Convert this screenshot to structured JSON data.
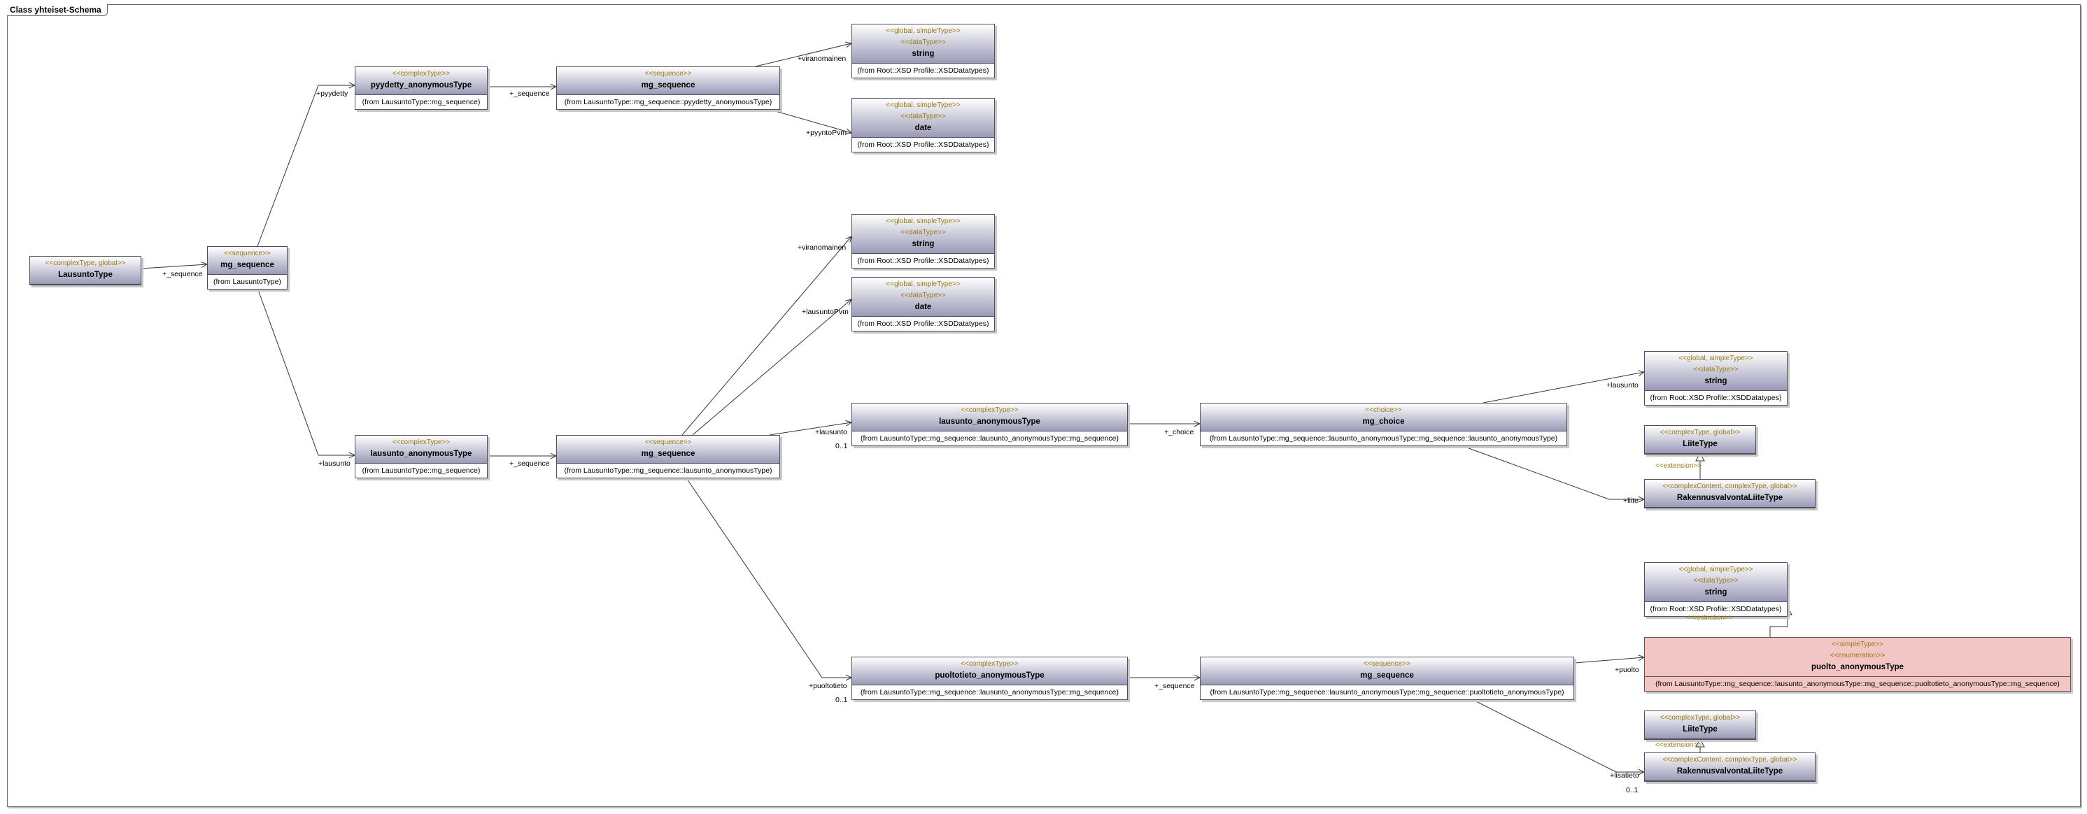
{
  "diagram": {
    "title": "Class yhteiset-Schema",
    "classes": [
      {
        "id": "LausuntoType",
        "stereotypes": [
          "<<complexType, global>>"
        ],
        "name": "LausuntoType",
        "from": ""
      },
      {
        "id": "mg_seq_root",
        "stereotypes": [
          "<<sequence>>"
        ],
        "name": "mg_sequence",
        "from": "(from LausuntoType)"
      },
      {
        "id": "pyydetty_t",
        "stereotypes": [
          "<<complexType>>"
        ],
        "name": "pyydetty_anonymousType",
        "from": "(from LausuntoType::mg_sequence)"
      },
      {
        "id": "mg_seq_pyydetty",
        "stereotypes": [
          "<<sequence>>"
        ],
        "name": "mg_sequence",
        "from": "(from LausuntoType::mg_sequence::pyydetty_anonymousType)"
      },
      {
        "id": "string_1",
        "stereotypes": [
          "<<global, simpleType>>",
          "<<dataType>>"
        ],
        "name": "string",
        "from": "(from Root::XSD Profile::XSDDatatypes)"
      },
      {
        "id": "date_1",
        "stereotypes": [
          "<<global, simpleType>>",
          "<<dataType>>"
        ],
        "name": "date",
        "from": "(from Root::XSD Profile::XSDDatatypes)"
      },
      {
        "id": "string_2",
        "stereotypes": [
          "<<global, simpleType>>",
          "<<dataType>>"
        ],
        "name": "string",
        "from": "(from Root::XSD Profile::XSDDatatypes)"
      },
      {
        "id": "date_2",
        "stereotypes": [
          "<<global, simpleType>>",
          "<<dataType>>"
        ],
        "name": "date",
        "from": "(from Root::XSD Profile::XSDDatatypes)"
      },
      {
        "id": "lausunto_t",
        "stereotypes": [
          "<<complexType>>"
        ],
        "name": "lausunto_anonymousType",
        "from": "(from LausuntoType::mg_sequence)"
      },
      {
        "id": "mg_seq_lausunto",
        "stereotypes": [
          "<<sequence>>"
        ],
        "name": "mg_sequence",
        "from": "(from LausuntoType::mg_sequence::lausunto_anonymousType)"
      },
      {
        "id": "lausunto_t2",
        "stereotypes": [
          "<<complexType>>"
        ],
        "name": "lausunto_anonymousType",
        "from": "(from LausuntoType::mg_sequence::lausunto_anonymousType::mg_sequence)"
      },
      {
        "id": "mg_choice",
        "stereotypes": [
          "<<choice>>"
        ],
        "name": "mg_choice",
        "from": "(from LausuntoType::mg_sequence::lausunto_anonymousType::mg_sequence::lausunto_anonymousType)"
      },
      {
        "id": "string_3",
        "stereotypes": [
          "<<global, simpleType>>",
          "<<dataType>>"
        ],
        "name": "string",
        "from": "(from Root::XSD Profile::XSDDatatypes)"
      },
      {
        "id": "liite_1",
        "stereotypes": [
          "<<complexType, global>>"
        ],
        "name": "LiiteType",
        "from": ""
      },
      {
        "id": "rak_1",
        "stereotypes": [
          "<<complexContent, complexType, global>>"
        ],
        "name": "RakennusvalvontaLiiteType",
        "from": ""
      },
      {
        "id": "puolto_t",
        "stereotypes": [
          "<<complexType>>"
        ],
        "name": "puoltotieto_anonymousType",
        "from": "(from LausuntoType::mg_sequence::lausunto_anonymousType::mg_sequence)"
      },
      {
        "id": "mg_seq_puolto",
        "stereotypes": [
          "<<sequence>>"
        ],
        "name": "mg_sequence",
        "from": "(from LausuntoType::mg_sequence::lausunto_anonymousType::mg_sequence::puoltotieto_anonymousType)"
      },
      {
        "id": "string_4",
        "stereotypes": [
          "<<global, simpleType>>",
          "<<dataType>>"
        ],
        "name": "string",
        "from": "(from Root::XSD Profile::XSDDatatypes)"
      },
      {
        "id": "puolto_enum",
        "stereotypes": [
          "<<simpleType>>",
          "<<enumeration>>"
        ],
        "name": "puolto_anonymousType",
        "from": "(from LausuntoType::mg_sequence::lausunto_anonymousType::mg_sequence::puoltotieto_anonymousType::mg_sequence)"
      },
      {
        "id": "liite_2",
        "stereotypes": [
          "<<complexType, global>>"
        ],
        "name": "LiiteType",
        "from": ""
      },
      {
        "id": "rak_2",
        "stereotypes": [
          "<<complexContent, complexType, global>>"
        ],
        "name": "RakennusvalvontaLiiteType",
        "from": ""
      }
    ],
    "edge_labels": [
      "+_sequence",
      "+pyydetty",
      "+lausunto",
      "+_sequence",
      "+viranomainen",
      "+pyyntoPvm",
      "+_sequence",
      "+viranomainen",
      "+lausuntoPvm",
      "+lausunto",
      "0..1",
      "+puoltotieto",
      "0..1",
      "+_choice",
      "+lausunto",
      "+liite",
      "+_sequence",
      "+puolto",
      "+lisatieto",
      "0..1"
    ],
    "relation_stereotypes": [
      "<<extension>>",
      "<<restriction>>",
      "<<extension>>"
    ]
  }
}
